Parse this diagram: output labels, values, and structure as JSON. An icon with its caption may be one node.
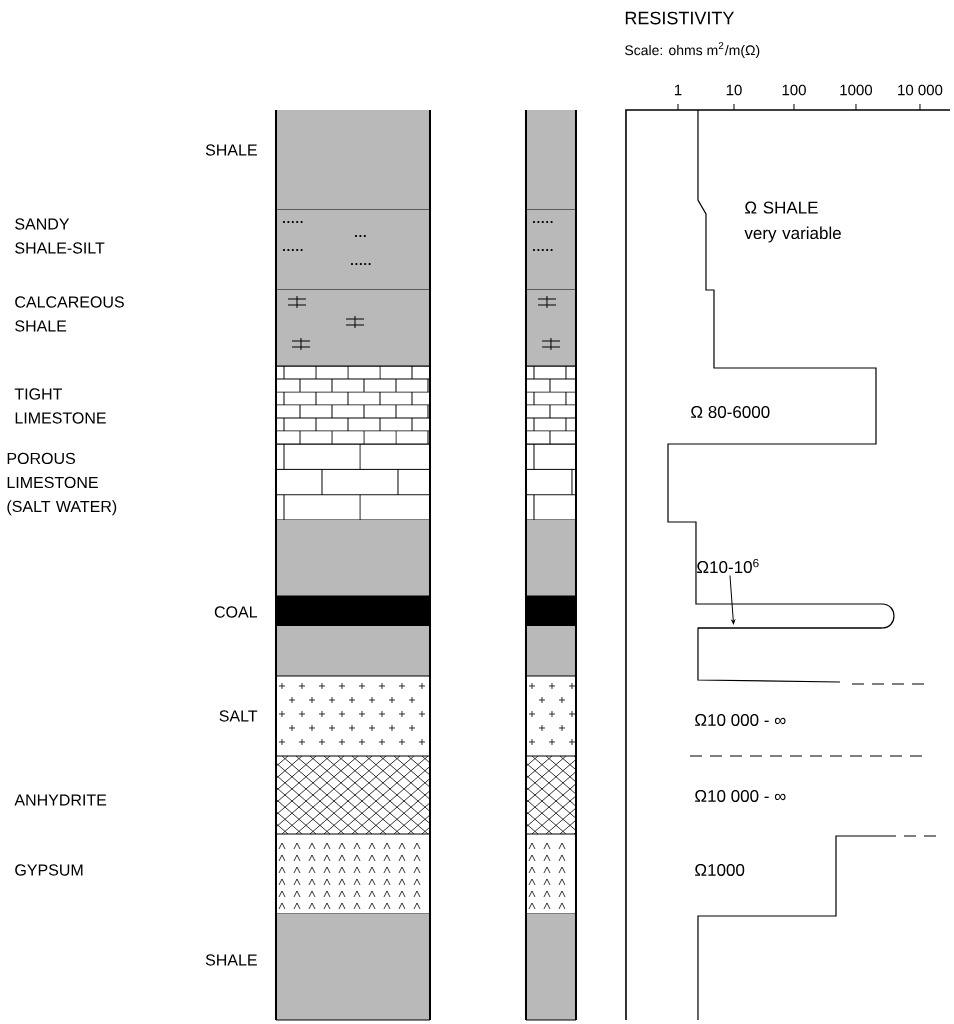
{
  "diagram": {
    "nodes": [
      {
        "text": [
          "Ω10-10$^{6}$"
        ]
      },
      {
        "text": [],
        "shape": "bar"
      }
    ],
    "edges": [
      {
        "from": 0,
        "to": 1,
        "arrow": "to"
      }
    ],
    "labels": [
      "RESISTIVITY",
      "Scale: ohms m$^{2}$/m(Ω)",
      "1",
      "10",
      "100",
      "1000",
      "10 000",
      "SHALE",
      "SANDY SHALE-SILT",
      "CALCAREOUS SHALE",
      "TIGHT LIMESTONE",
      "POROUS LIMESTONE (SALT WATER)",
      "COAL",
      "SALT",
      "ANHYDRITE",
      "GYPSUM",
      "SHALE",
      "Ω SHALE very variable",
      "Ω 80-6000",
      "Ω10 000 - ∞",
      "Ω10 000 - ∞",
      "Ω1000"
    ]
  }
}
